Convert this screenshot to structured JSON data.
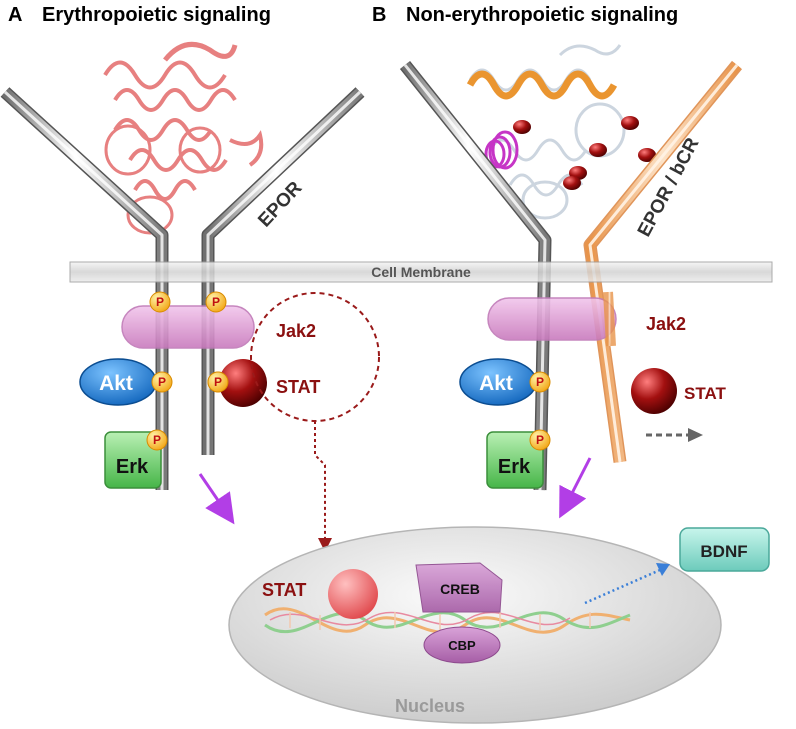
{
  "panels": {
    "a": {
      "letter": "A",
      "title": "Erythropoietic signaling"
    },
    "b": {
      "letter": "B",
      "title": "Non-erythropoietic signaling"
    }
  },
  "membrane_label": "Cell Membrane",
  "receptor_labels": {
    "a": "EPOR",
    "b": "EPOR / bCR"
  },
  "phospho_label": "P",
  "jak2_label": "Jak2",
  "stat_label": "STAT",
  "akt_label": "Akt",
  "erk_label": "Erk",
  "nucleus": {
    "label": "Nucleus",
    "stat_label": "STAT",
    "creb_label": "CREB",
    "cbp_label": "CBP"
  },
  "bdnf_label": "BDNF",
  "colors": {
    "dark_red": "#8b1010",
    "jak2_fill": "#dd90d0",
    "akt_fill": "#1a7ed8",
    "erk_fill": "#7bd479",
    "phospho_fill": "#f9c21a",
    "bcr_orange": "#f3b882",
    "nucleus_fill": "#e7e7e7",
    "bdnf_fill": "#8fe0d2",
    "arrow_purple": "#b23ee6",
    "arrow_blue": "#3a7fd8"
  },
  "icons": [
    "epo-protein-ribbon",
    "receptor-chain",
    "phospho-site",
    "stat-sphere",
    "dna-helix"
  ]
}
